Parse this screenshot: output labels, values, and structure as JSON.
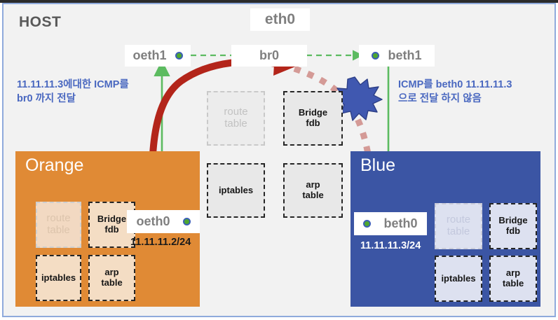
{
  "host": {
    "title": "HOST",
    "eth0_label": "eth0",
    "interfaces": [
      {
        "name": "oeth1",
        "dot": "status-dot-green",
        "dot_side": "right"
      },
      {
        "name": "br0",
        "dot": null
      },
      {
        "name": "beth1",
        "dot": "status-dot-green",
        "dot_side": "left"
      }
    ],
    "tables": [
      {
        "label": "route\ntable",
        "state": "faded"
      },
      {
        "label": "Bridge\nfdb",
        "state": "active"
      },
      {
        "label": "iptables",
        "state": "active"
      },
      {
        "label": "arp\ntable",
        "state": "active"
      }
    ]
  },
  "namespaces": [
    {
      "id": "orange",
      "title": "Orange",
      "color": "#e08a35",
      "interface": {
        "name": "oeth0",
        "ip": "11.11.11.2/24",
        "dot": "status-dot-green",
        "dot_side": "right"
      },
      "tables": [
        {
          "label": "route\ntable",
          "state": "faded"
        },
        {
          "label": "Bridge\nfdb",
          "state": "active"
        },
        {
          "label": "iptables",
          "state": "active"
        },
        {
          "label": "arp\ntable",
          "state": "active"
        }
      ]
    },
    {
      "id": "blue",
      "title": "Blue",
      "color": "#3b55a4",
      "interface": {
        "name": "beth0",
        "ip": "11.11.11.3/24",
        "dot": "status-dot-green",
        "dot_side": "left"
      },
      "tables": [
        {
          "label": "route\ntable",
          "state": "faded"
        },
        {
          "label": "Bridge\nfdb",
          "state": "active"
        },
        {
          "label": "iptables",
          "state": "active"
        },
        {
          "label": "arp\ntable",
          "state": "active"
        }
      ]
    }
  ],
  "annotations": {
    "left_note": "11.11.11.3에대한 ICMP를\n br0 까지 전달",
    "right_note": "ICMP를  beth0 11.11.11.3\n으로 전달 하지 않음",
    "burst": "burst-blocked-icon"
  },
  "colors": {
    "host_bg": "#f2f2f2",
    "host_border": "#8faadc",
    "orange": "#e08a35",
    "blue": "#3b55a4",
    "green_arrow": "#5cbb60",
    "red_arrow": "#b3251a",
    "pink_dotted": "#d49a96",
    "maroon_arrow": "#6b2536",
    "note_text": "#4a68c0",
    "burst_fill": "#4058b0"
  }
}
